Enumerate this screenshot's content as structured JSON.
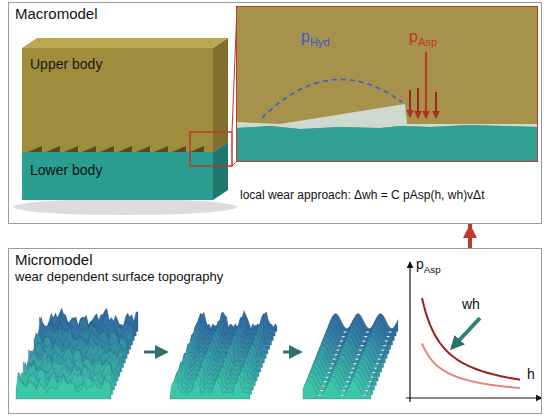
{
  "diagram": {
    "nodes": [
      {
        "text": [
          "Macromodel"
        ]
      },
      {
        "text": [
          "Upper body"
        ],
        "in": 0
      },
      {
        "text": [
          "Lower body"
        ],
        "in": 0
      },
      {
        "text": [
          "pHyd",
          "pAsp"
        ],
        "in": 0
      },
      {
        "text": [
          "Micromodel",
          "wear dependent surface topography"
        ]
      }
    ],
    "edges": [
      {
        "from": 4,
        "to": 0,
        "arrow": "to"
      }
    ],
    "labels": [
      "local wear approach: Δwh = C pAsp(h, wh)vΔt",
      "pAsp",
      "h",
      "wh"
    ]
  }
}
